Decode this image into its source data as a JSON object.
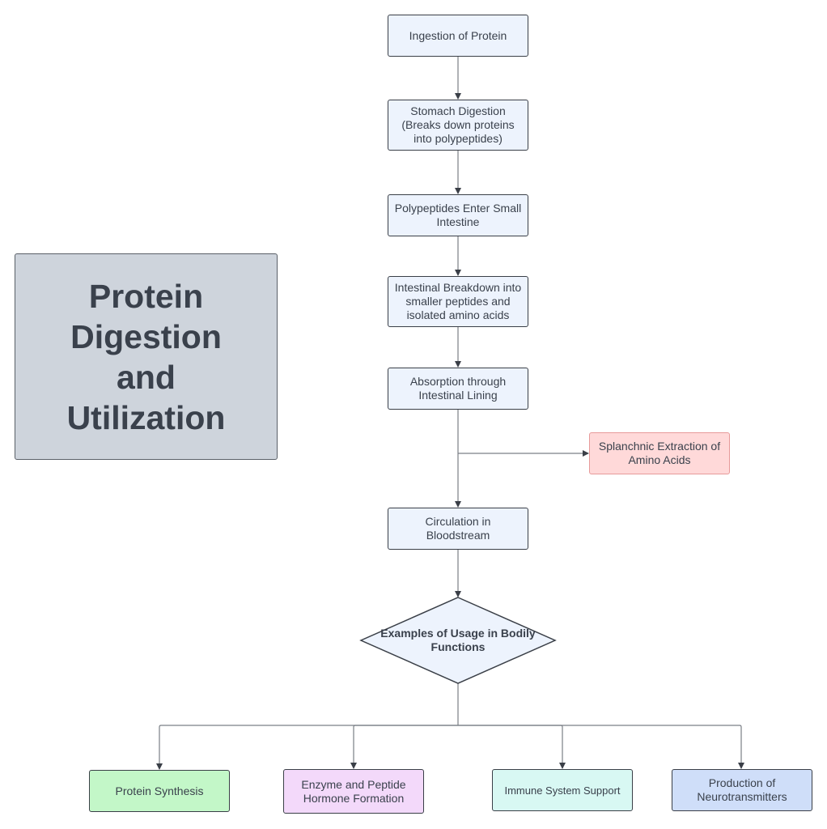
{
  "title": "Protein\nDigestion\nand\nUtilization",
  "colors": {
    "process_fill": "#edf3fd",
    "splanchnic_fill": "#ffd9d9",
    "protein_synthesis_fill": "#c3f7c8",
    "enzyme_fill": "#f3d9fa",
    "immune_fill": "#d8f8f3",
    "neuro_fill": "#cfdef9",
    "title_fill": "#ced4dc",
    "connector": "#7a7f86"
  },
  "nodes": {
    "ingestion": "Ingestion of Protein",
    "stomach": "Stomach Digestion (Breaks down proteins into polypeptides)",
    "small_intestine": "Polypeptides Enter Small Intestine",
    "breakdown": "Intestinal Breakdown into smaller peptides and isolated amino acids",
    "absorption": "Absorption through Intestinal Lining",
    "splanchnic": "Splanchnic Extraction of Amino Acids",
    "circulation": "Circulation in Bloodstream",
    "decision": "Examples of Usage in Bodily Functions",
    "protein_synthesis": "Protein Synthesis",
    "enzyme_hormone": "Enzyme and Peptide Hormone Formation",
    "immune": "Immune System Support",
    "neurotransmitters": "Production of Neurotransmitters"
  }
}
